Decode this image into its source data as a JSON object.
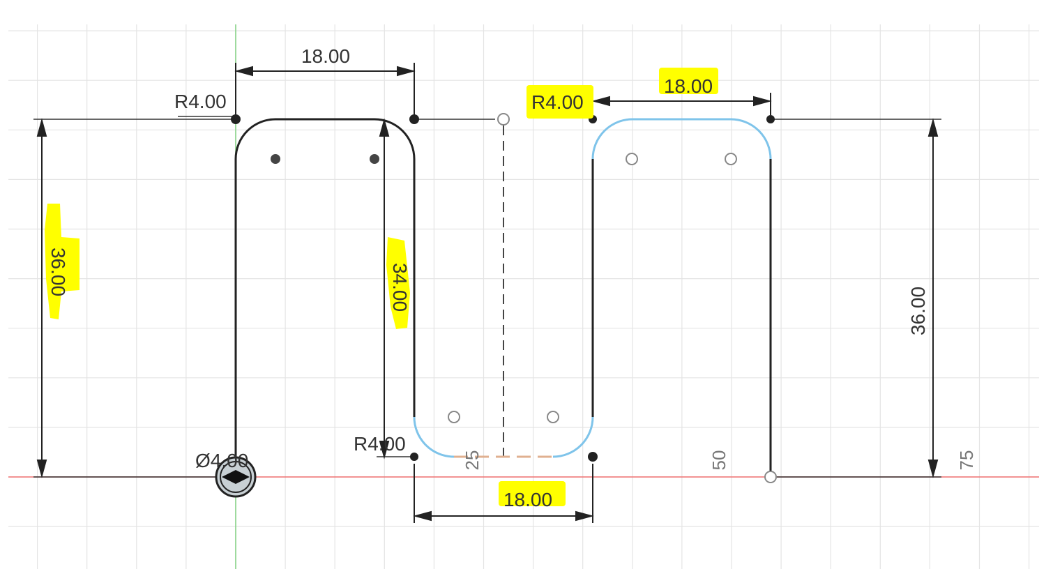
{
  "sketch": {
    "dimensions": {
      "top_left_width": "18.00",
      "left_height": "36.00",
      "inner_height": "34.00",
      "bottom_width": "18.00",
      "top_right_width": "18.00",
      "right_height": "36.00",
      "radius_top_left": "R4.00",
      "radius_top_right": "R4.00",
      "radius_bottom": "R4.00",
      "origin_diameter": "Ø4.00"
    },
    "axis_labels": [
      "25",
      "50",
      "75"
    ],
    "colors": {
      "highlight": "#ffff00",
      "x_axis": "#f07070",
      "y_axis": "#80d080",
      "selected_curve": "#7fc4ea",
      "line": "#222222",
      "grid": "#e4e4e4",
      "construction_dash": "#e0b090"
    }
  }
}
